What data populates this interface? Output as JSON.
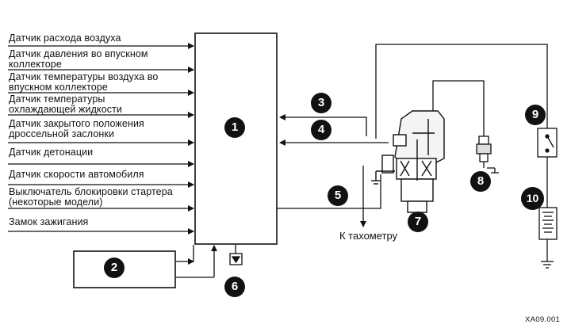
{
  "sensors": [
    {
      "label": "Датчик расхода воздуха"
    },
    {
      "label": "Датчик давления во впускном\nколлекторе"
    },
    {
      "label": "Датчик температуры воздуха во\nвпускном коллекторе"
    },
    {
      "label": "Датчик температуры\nохлаждающей жидкости"
    },
    {
      "label": "Датчик закрытого положения\nдроссельной заслонки"
    },
    {
      "label": "Датчик детонации"
    },
    {
      "label": "Датчик скорости автомобиля"
    },
    {
      "label": "Выключатель блокировки стартера\n(некоторые модели)"
    },
    {
      "label": "Замок зажигания"
    }
  ],
  "callouts": {
    "c1": "1",
    "c2": "2",
    "c3": "3",
    "c4": "4",
    "c5": "5",
    "c6": "6",
    "c7": "7",
    "c8": "8",
    "c9": "9",
    "c10": "10"
  },
  "tachometer_label": "К тахометру",
  "figure_code": "XA09.001"
}
